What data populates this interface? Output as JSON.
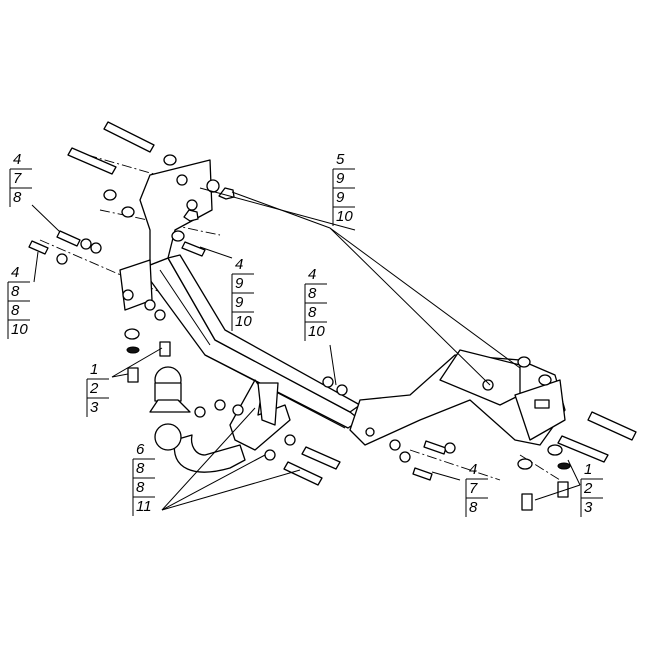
{
  "callouts": [
    {
      "numbers": [
        "4",
        "7",
        "8"
      ]
    },
    {
      "numbers": [
        "4",
        "8",
        "8",
        "10"
      ]
    },
    {
      "numbers": [
        "5",
        "9",
        "9",
        "10"
      ]
    },
    {
      "numbers": [
        "4",
        "9",
        "9",
        "10"
      ]
    },
    {
      "numbers": [
        "4",
        "8",
        "8",
        "10"
      ]
    },
    {
      "numbers": [
        "1",
        "2",
        "3"
      ]
    },
    {
      "numbers": [
        "6",
        "8",
        "8",
        "11"
      ]
    },
    {
      "numbers": [
        "4",
        "7",
        "8"
      ]
    },
    {
      "numbers": [
        "1",
        "2",
        "3"
      ]
    }
  ]
}
